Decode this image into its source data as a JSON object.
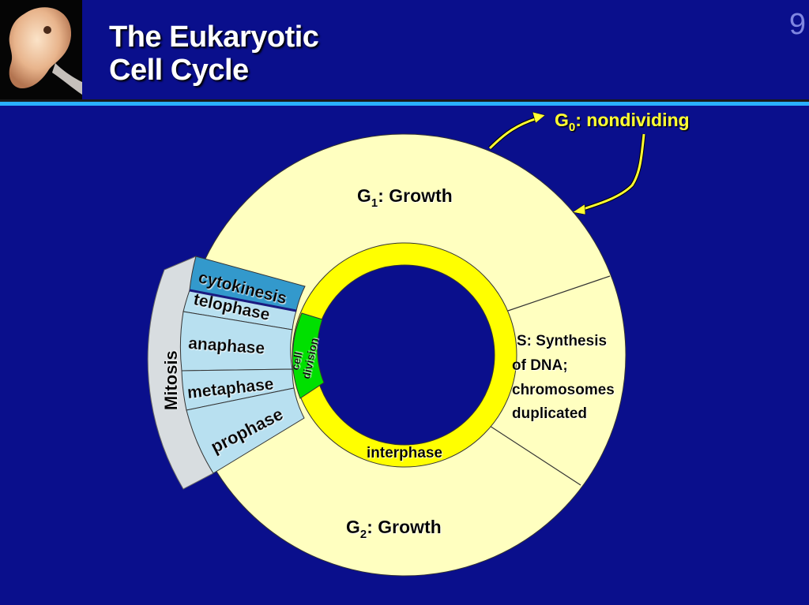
{
  "slide": {
    "title_line1": "The Eukaryotic",
    "title_line2": "Cell Cycle",
    "page_number": "9"
  },
  "diagram": {
    "g0": {
      "main": "G",
      "sub": "0",
      "rest": ": nondividing"
    },
    "g1": {
      "main": "G",
      "sub": "1",
      "rest": ": Growth"
    },
    "g2": {
      "main": "G",
      "sub": "2",
      "rest": ": Growth"
    },
    "s_phase": [
      "S: Synthesis",
      "of DNA;",
      "chromosomes",
      "duplicated"
    ],
    "interphase": "interphase",
    "cell_division": [
      "cell",
      "division"
    ],
    "mitosis": "Mitosis",
    "cytokinesis": "cytokinesis",
    "telophase": "telophase",
    "anaphase": "anaphase",
    "metaphase": "metaphase",
    "prophase": "prophase"
  },
  "colors": {
    "background": "#0a0f8c",
    "cycle_fill": "#ffffc0",
    "interphase_ring": "#ffff00",
    "cell_division": "#00e000",
    "mitosis_band": "#d8dde0",
    "phase_fill": "#b8e0f0",
    "cytokinesis_fill": "#3399cc",
    "arrow": "#ffff33"
  }
}
